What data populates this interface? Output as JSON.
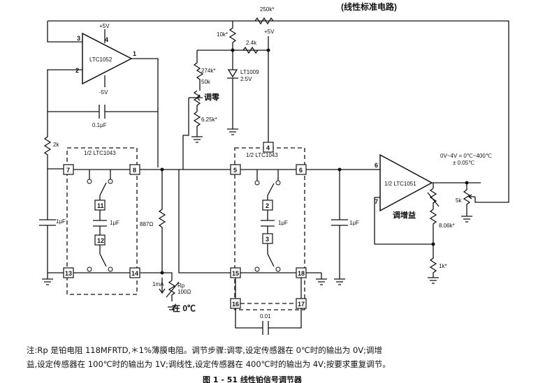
{
  "header": {
    "title": "(线性标准电路)"
  },
  "components": {
    "r_250k": "250k*",
    "r_10k": "10k*",
    "v_5v_top": "+5V",
    "r_2_4k": "2.4k",
    "r_274k": "274k*",
    "r_50k": "50k",
    "label_zero_adjust": "调零",
    "ref_name": "LT1009",
    "ref_voltage": "2.5V",
    "r_6_25k": "6.25k*",
    "opamp1_name": "LTC1052",
    "opamp1_supply_pos": "+5V",
    "opamp1_supply_neg": "-5V",
    "c_0_1uf": "0.1μF",
    "r_2k": "2k",
    "sw1_name": "1/2 LTC1043",
    "sw2_name": "1/2 LTC1043",
    "r_887": "887Ω",
    "c_1uf_left": "1μF",
    "c_1uf_mid1": "1μF",
    "c_1uf_mid2": "1μF",
    "c_1uf_right": "1μF",
    "current_label": "1mA",
    "rp_label": "Rp",
    "rp_value": "100Ω",
    "label_at_0c": "在 0℃",
    "c_0_01": "0.01",
    "opamp2_name": "1/2 LTC1051",
    "label_gain_adjust": "调增益",
    "r_5k": "5k",
    "r_8_06k": "8.06k*",
    "r_1k": "1k*",
    "output_spec_line1": "0V~4V = 0℃~400℃",
    "output_spec_line2": "± 0.05℃",
    "pins": [
      "3",
      "2",
      "4",
      "1",
      "7",
      "8",
      "11",
      "12",
      "13",
      "14",
      "4",
      "5",
      "6",
      "2",
      "3",
      "15",
      "18",
      "16",
      "17",
      "6",
      "7"
    ]
  },
  "note": {
    "line1": "注:Rp 是铂电阻 118MFRTD,＊1%薄膜电阻。调节步骤:调零,设定传感器在 0℃时的输出为 0V;调增",
    "line2": "益,设定传感器在 100℃时的输出为 1V;调线性,设定传感器在 400℃时的输出为 4V;按要求重复调节。"
  },
  "caption": "图 1 - 51   线性铂信号调节器"
}
